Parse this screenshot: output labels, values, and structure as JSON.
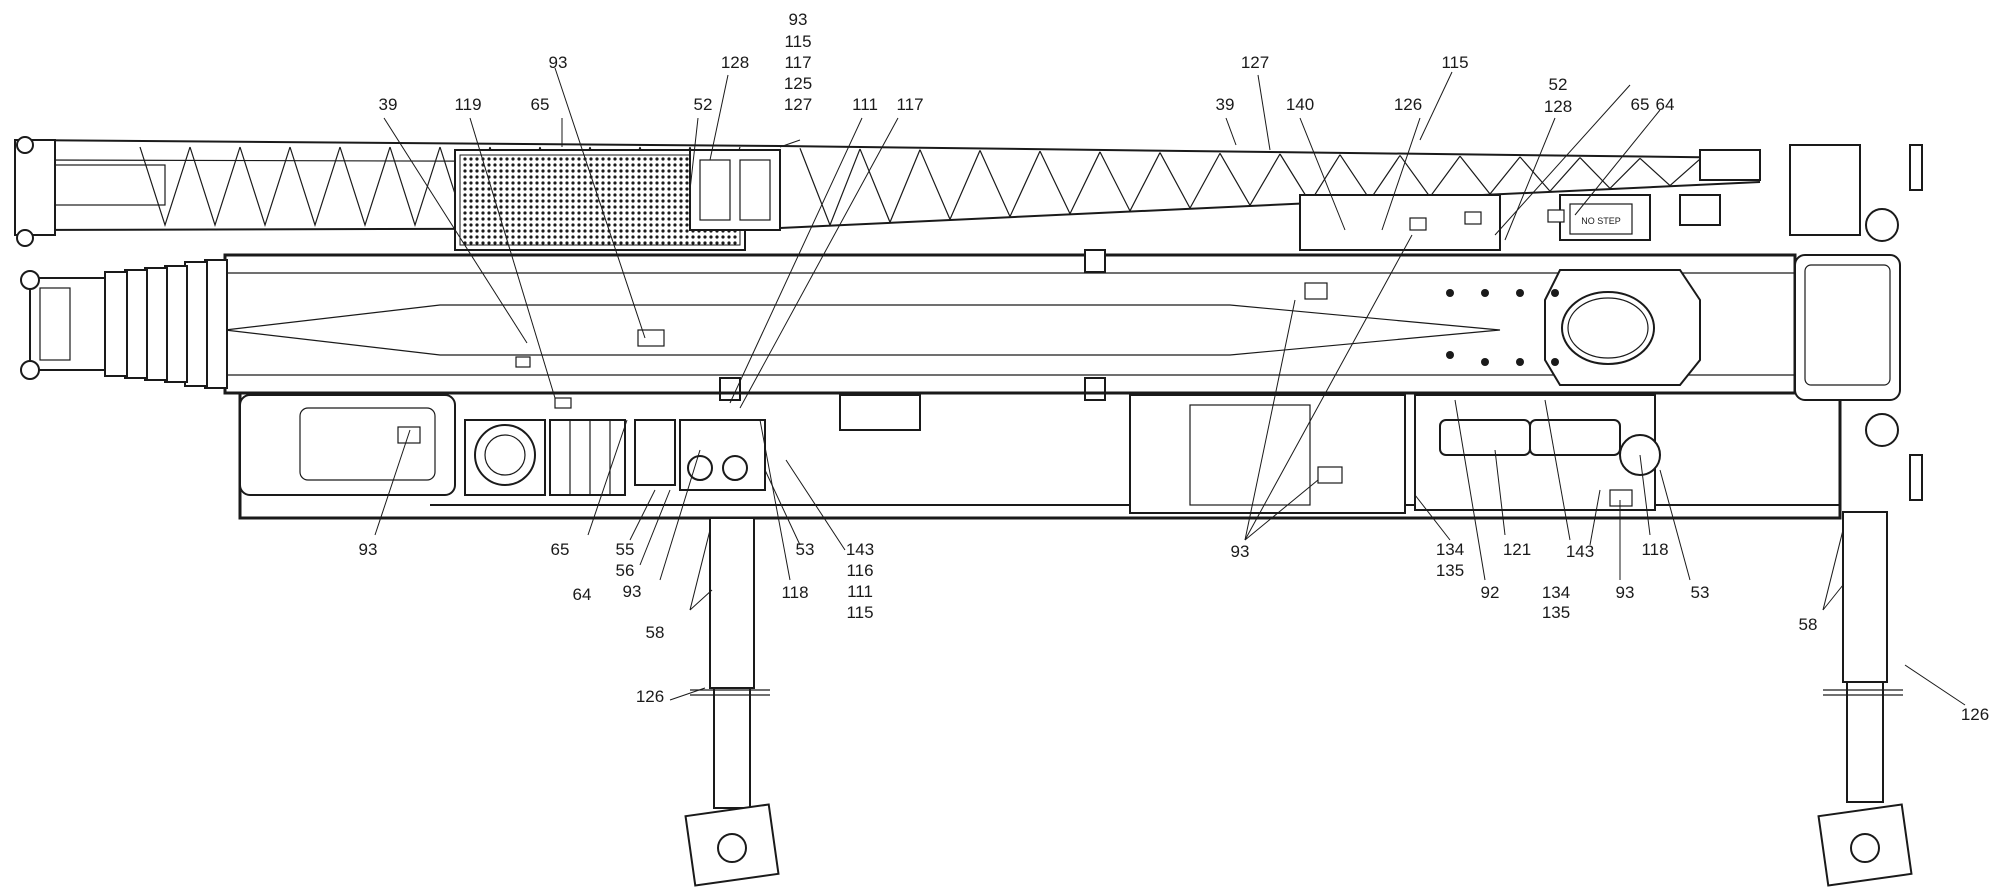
{
  "title": "",
  "labels": [
    {
      "id": "l1",
      "text": "93"
    },
    {
      "id": "l2",
      "text": "115"
    },
    {
      "id": "l3",
      "text": "117"
    },
    {
      "id": "l4",
      "text": "125"
    },
    {
      "id": "l5",
      "text": "127"
    },
    {
      "id": "l6",
      "text": "93"
    },
    {
      "id": "l7",
      "text": "128"
    },
    {
      "id": "l8",
      "text": "39"
    },
    {
      "id": "l9",
      "text": "119"
    },
    {
      "id": "l10",
      "text": "65"
    },
    {
      "id": "l11",
      "text": "52"
    },
    {
      "id": "l12",
      "text": "111"
    },
    {
      "id": "l13",
      "text": "117"
    },
    {
      "id": "l14",
      "text": "127"
    },
    {
      "id": "l15",
      "text": "115"
    },
    {
      "id": "l16",
      "text": "52"
    },
    {
      "id": "l17",
      "text": "128"
    },
    {
      "id": "l18",
      "text": "65"
    },
    {
      "id": "l19",
      "text": "64"
    },
    {
      "id": "l20",
      "text": "39"
    },
    {
      "id": "l21",
      "text": "140"
    },
    {
      "id": "l22",
      "text": "126"
    },
    {
      "id": "l23",
      "text": "93"
    },
    {
      "id": "l24",
      "text": "65"
    },
    {
      "id": "l25",
      "text": "64"
    },
    {
      "id": "l26",
      "text": "55"
    },
    {
      "id": "l27",
      "text": "56"
    },
    {
      "id": "l28",
      "text": "93"
    },
    {
      "id": "l29",
      "text": "58"
    },
    {
      "id": "l30",
      "text": "126"
    },
    {
      "id": "l31",
      "text": "118"
    },
    {
      "id": "l32",
      "text": "53"
    },
    {
      "id": "l33",
      "text": "143"
    },
    {
      "id": "l34",
      "text": "116"
    },
    {
      "id": "l35",
      "text": "111"
    },
    {
      "id": "l36",
      "text": "115"
    },
    {
      "id": "l37",
      "text": "93"
    },
    {
      "id": "l38",
      "text": "134"
    },
    {
      "id": "l39",
      "text": "135"
    },
    {
      "id": "l40",
      "text": "92"
    },
    {
      "id": "l41",
      "text": "121"
    },
    {
      "id": "l42",
      "text": "134"
    },
    {
      "id": "l43",
      "text": "135"
    },
    {
      "id": "l44",
      "text": "143"
    },
    {
      "id": "l45",
      "text": "93"
    },
    {
      "id": "l46",
      "text": "118"
    },
    {
      "id": "l47",
      "text": "53"
    },
    {
      "id": "l48",
      "text": "58"
    },
    {
      "id": "l49",
      "text": "126"
    }
  ],
  "decal_text": "NO STEP"
}
